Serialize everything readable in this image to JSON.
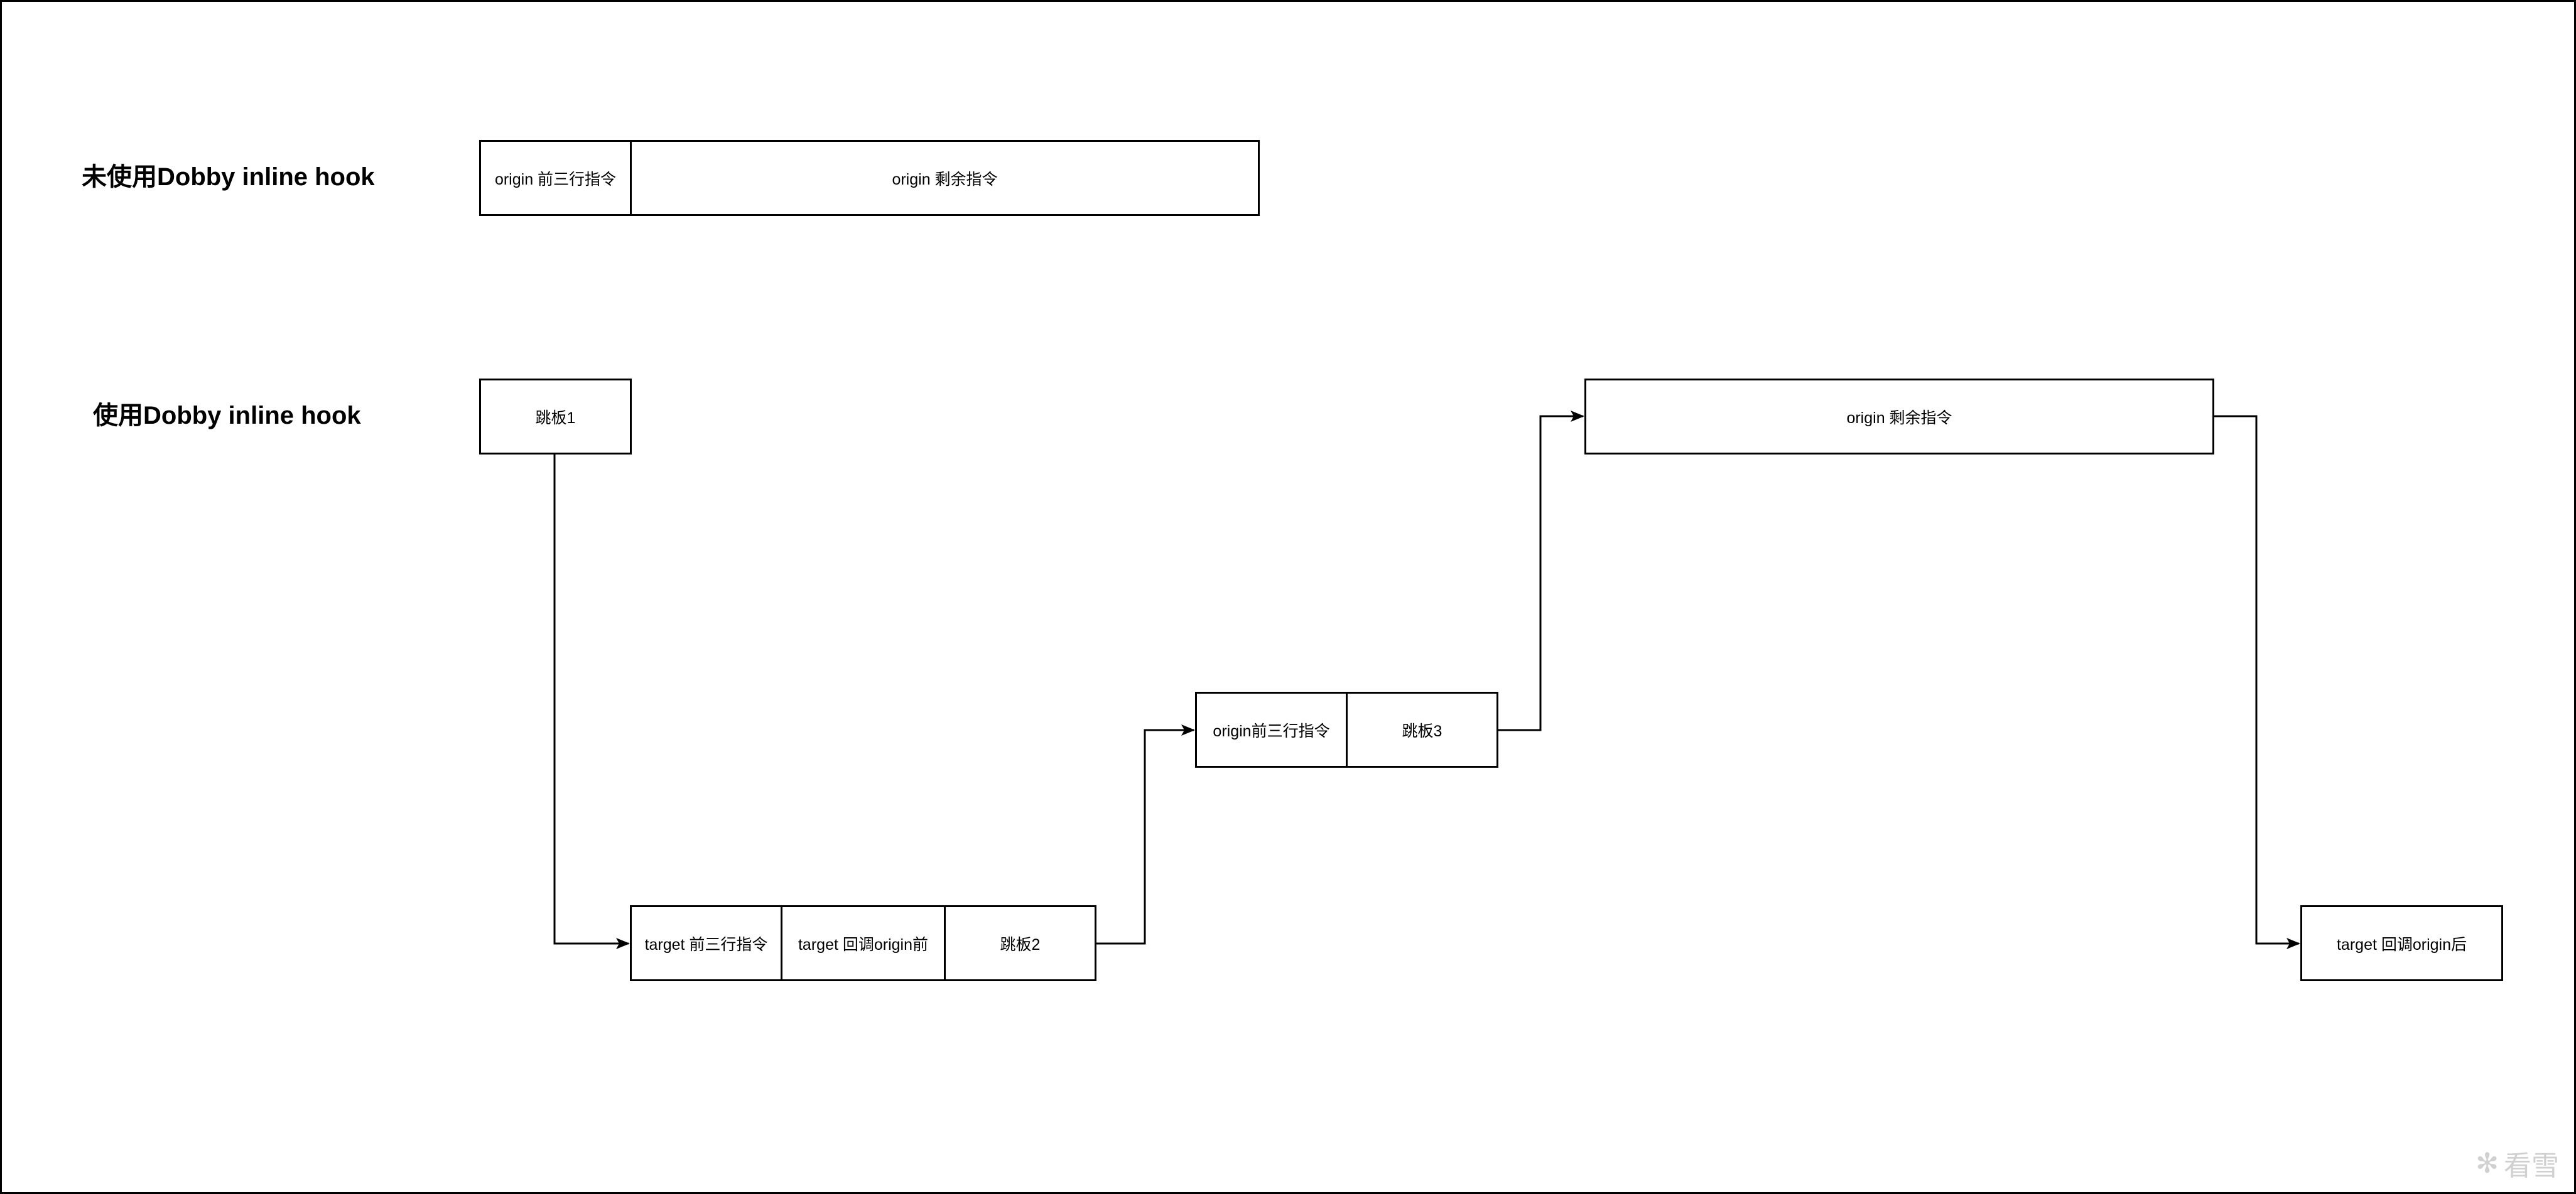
{
  "headings": {
    "without_hook": "未使用Dobby inline hook",
    "with_hook": "使用Dobby inline hook"
  },
  "without_hook_row": {
    "origin_first3": "origin 前三行指令",
    "origin_rest": "origin 剩余指令"
  },
  "with_hook_flow": {
    "trampoline1": "跳板1",
    "target_first3": "target 前三行指令",
    "target_before_origin": "target 回调origin前",
    "trampoline2": "跳板2",
    "origin_first3": "origin前三行指令",
    "trampoline3": "跳板3",
    "origin_rest": "origin 剩余指令",
    "target_after_origin": "target 回调origin后"
  },
  "watermark": {
    "icon": "snowflake-icon",
    "text": "看雪"
  }
}
